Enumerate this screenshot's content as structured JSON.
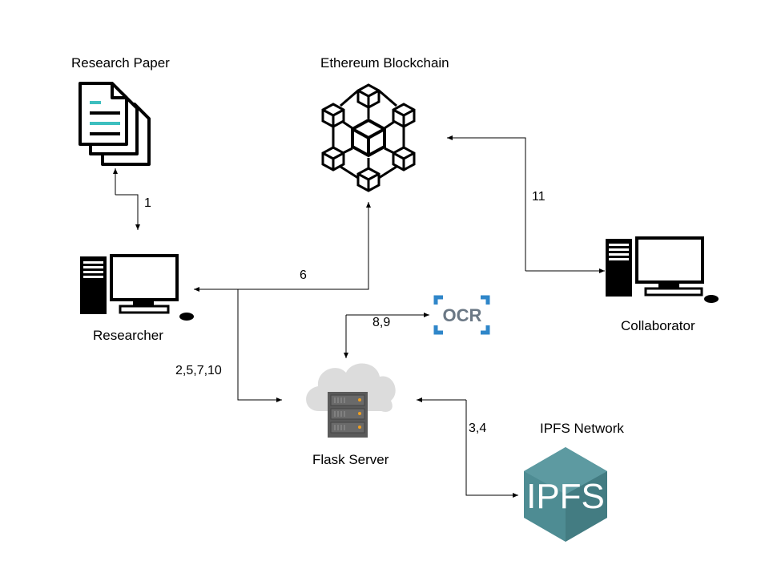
{
  "nodes": {
    "research_paper": {
      "label": "Research Paper",
      "icon": "document-stack-icon"
    },
    "blockchain": {
      "label": "Ethereum Blockchain",
      "icon": "blockchain-network-icon"
    },
    "researcher": {
      "label": "Researcher",
      "icon": "desktop-computer-icon"
    },
    "collaborator": {
      "label": "Collaborator",
      "icon": "desktop-computer-icon"
    },
    "ocr": {
      "label": "OCR",
      "icon": "ocr-scan-icon"
    },
    "flask_server": {
      "label": "Flask Server",
      "icon": "cloud-server-icon"
    },
    "ipfs": {
      "label": "IPFS Network",
      "logo_text": "IPFS",
      "icon": "ipfs-cube-icon"
    }
  },
  "edges": {
    "paper_researcher": "1",
    "researcher_blockchain": "6",
    "collaborator_blockchain": "11",
    "server_ocr": "8,9",
    "researcher_server": "2,5,7,10",
    "server_ipfs": "3,4"
  },
  "colors": {
    "doc_accent": "#3dbfbf",
    "ocr_blue": "#2f86c9",
    "ocr_text": "#6b7885",
    "ipfs_teal": "#4e8c93",
    "ipfs_dark": "#3b6f75",
    "server_gray": "#5a5a5a",
    "cloud_gray": "#dcdcdc",
    "led": "#f0a020"
  }
}
